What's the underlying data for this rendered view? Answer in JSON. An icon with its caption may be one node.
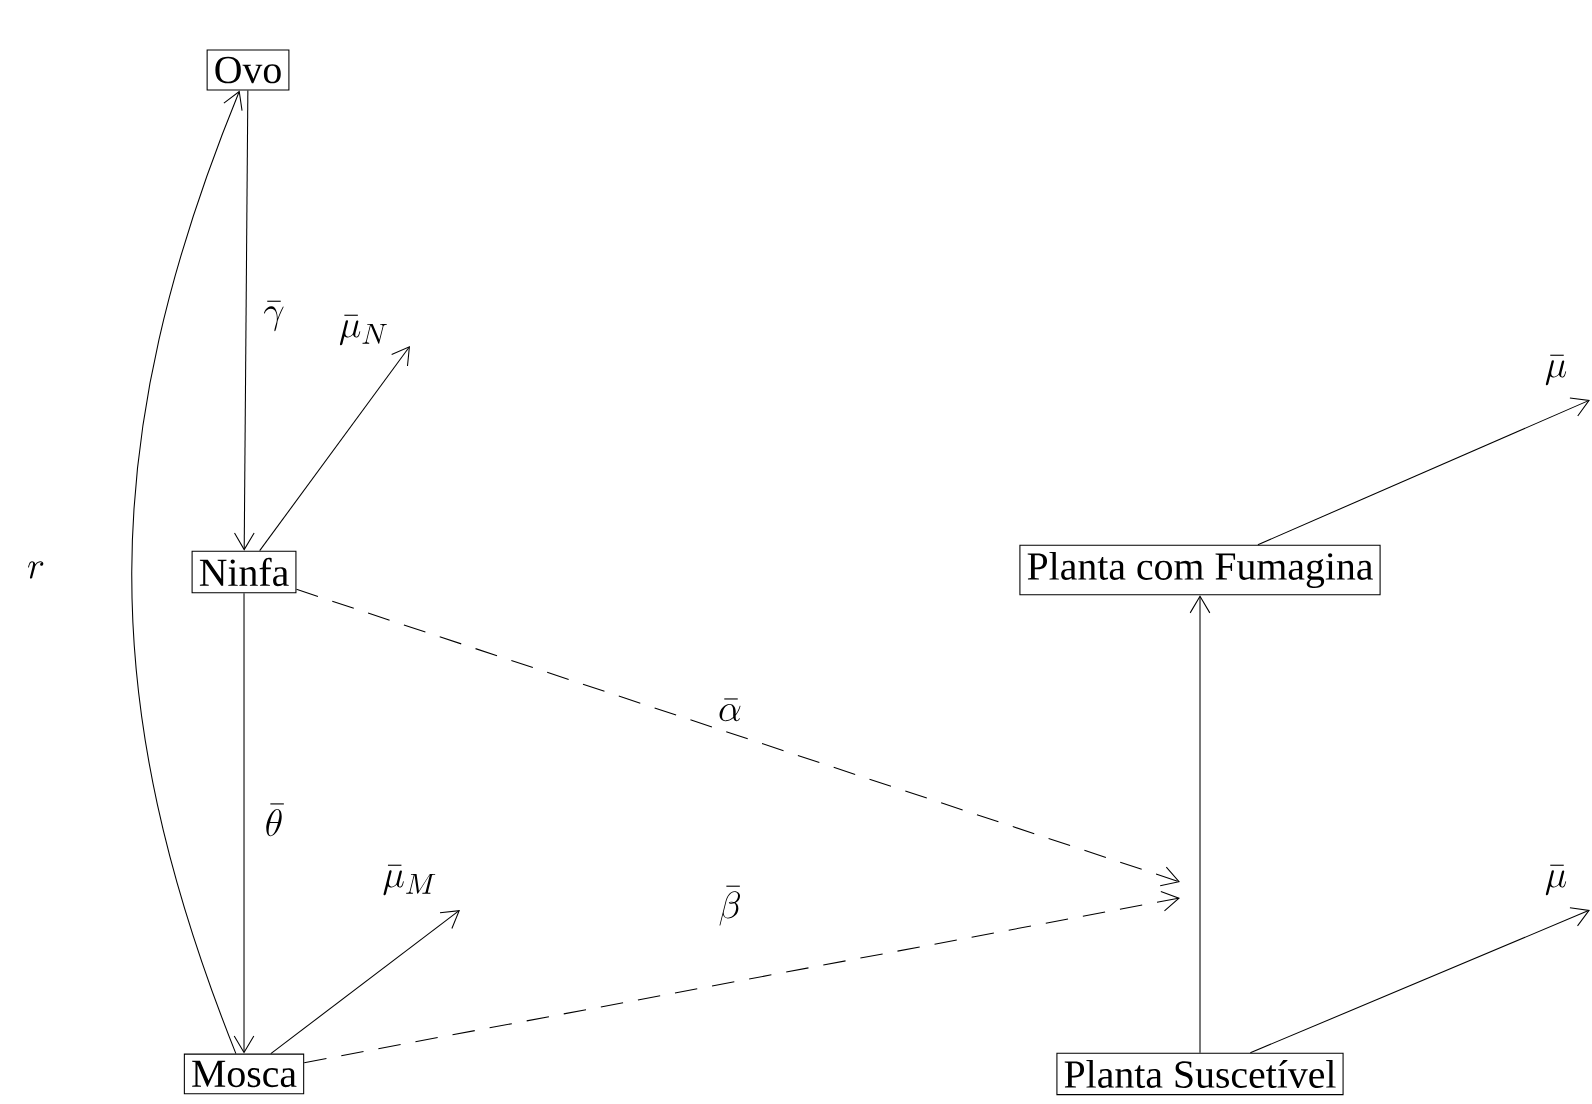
{
  "diagram": {
    "nodes": [
      {
        "text": [
          "Ovo"
        ]
      },
      {
        "text": [
          "Ninfa"
        ]
      },
      {
        "text": [
          "Mosca"
        ]
      },
      {
        "text": [
          "Planta com Fumagina"
        ]
      },
      {
        "text": [
          "Planta Suscetível"
        ]
      }
    ],
    "edges": [
      {
        "from": 0,
        "to": 1,
        "arrow": "to",
        "label": "\\bar{\\gamma}"
      },
      {
        "from": 1,
        "to": 2,
        "arrow": "to",
        "label": "\\bar{\\theta}"
      },
      {
        "from": 2,
        "to": 0,
        "arrow": "to",
        "label": "r"
      },
      {
        "from": 1,
        "to": null,
        "arrow": "to",
        "label": "\\bar{\\mu}_N"
      },
      {
        "from": 2,
        "to": null,
        "arrow": "to",
        "label": "\\bar{\\mu}_M"
      },
      {
        "from": 1,
        "to": null,
        "arrow": "to",
        "label": "\\bar{\\alpha}",
        "style": "dashed"
      },
      {
        "from": 2,
        "to": null,
        "arrow": "to",
        "label": "\\bar{\\beta}",
        "style": "dashed"
      },
      {
        "from": 4,
        "to": 3,
        "arrow": "to"
      },
      {
        "from": 3,
        "to": null,
        "arrow": "to",
        "label": "\\bar{\\mu}"
      },
      {
        "from": 4,
        "to": null,
        "arrow": "to",
        "label": "\\bar{\\mu}"
      }
    ]
  }
}
